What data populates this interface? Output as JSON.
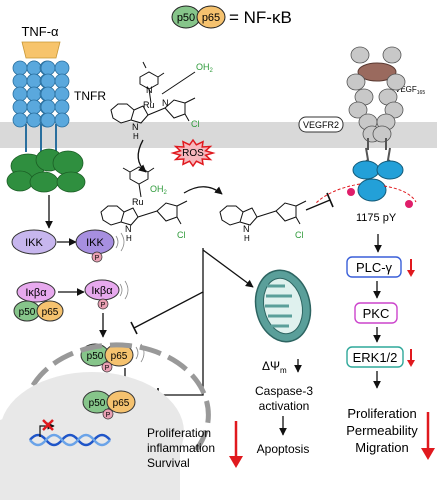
{
  "header": {
    "p50": "p50",
    "p65": "p65",
    "equals_label": "= NF-κB"
  },
  "receptor_left": {
    "ligand": "TNF-α",
    "receptor": "TNFR"
  },
  "receptor_right": {
    "receptor": "VEGFR2",
    "ligand": "VEGF",
    "ligand_sub": "165",
    "phospho_site": "1175 pY"
  },
  "compound": {
    "metal": "Ru",
    "water": "OH",
    "water_sub": "2",
    "amine": "H",
    "amine_n": "N",
    "chloro": "Cl",
    "ros": "ROS"
  },
  "nfkb_path": {
    "ikk": "IKK",
    "ikba": "Iκβα",
    "p50": "p50",
    "p65": "p65",
    "phospho": "P"
  },
  "nucleus": {
    "outcomes": [
      "Proliferation",
      "inflammation",
      "Survival"
    ]
  },
  "mito": {
    "potential": "ΔΨ",
    "potential_sub": "m",
    "outcomes": [
      "Caspase-3",
      "activation"
    ],
    "final": "Apoptosis"
  },
  "vegf_path": {
    "plc": "PLC-γ",
    "pkc": "PKC",
    "erk": "ERK1/2",
    "outcomes": [
      "Proliferation",
      "Permeability",
      "Migration"
    ]
  },
  "colors": {
    "ikk": "#c7b6ee",
    "ikba": "#e7a9ee",
    "p50": "#86c58a",
    "p65": "#f5c26f",
    "receptor": "#5aa8dd",
    "mito": "#5a9f9a",
    "plc_border": "#3a5fd8",
    "pkc_border": "#cc44cc",
    "erk_border": "#2fa89a",
    "down_arrow": "#e0191e"
  }
}
